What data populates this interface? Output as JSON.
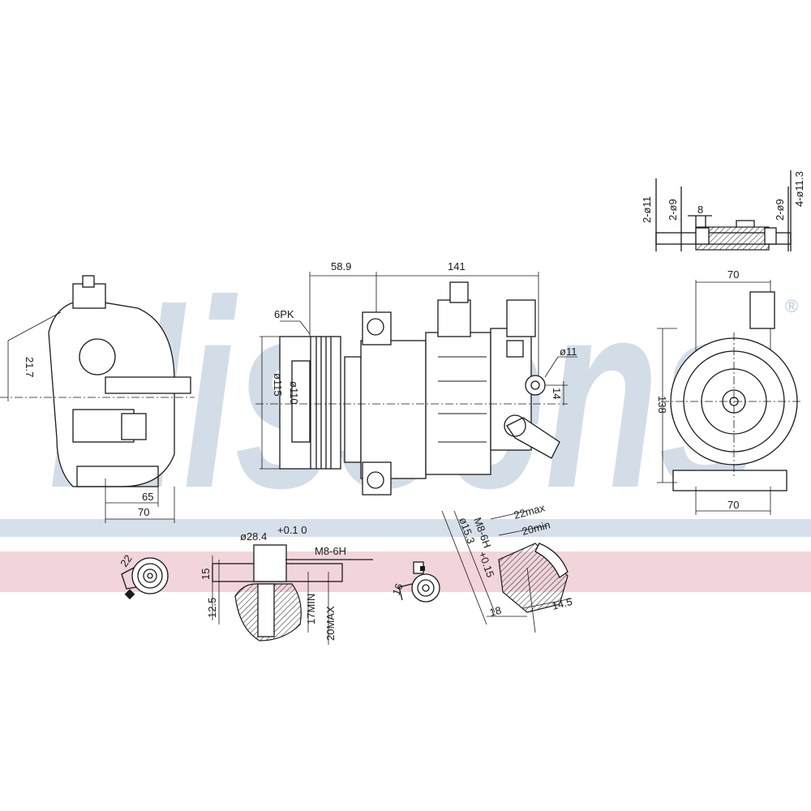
{
  "watermark": {
    "text": "Nissens",
    "registered": "®",
    "color": "#d3dde8"
  },
  "bands": {
    "blue": "#d6e0ea",
    "pink": "#f2d4db"
  },
  "top_right_detail": {
    "labels": [
      "2-ø11",
      "2-ø9",
      "8",
      "2-ø9",
      "4-ø11.3"
    ]
  },
  "left_view": {
    "labels": [
      "21.7",
      "65",
      "70"
    ]
  },
  "main_view": {
    "labels": {
      "offset": "58.9",
      "length": "141",
      "belt": "6PK",
      "d_outer": "ø115",
      "d_pulley": "ø110",
      "hole": "ø11",
      "hole_offset": "14"
    }
  },
  "right_view": {
    "labels": {
      "width_top": "70",
      "height": "138",
      "width_bottom": "70"
    }
  },
  "port_detail_1": {
    "labels": {
      "angle": "22",
      "diameter": "ø28.4",
      "tol": "+0.1\n0",
      "thread": "M8-6H",
      "h1": "15",
      "h2": "12.5",
      "depth_min": "17MIN",
      "depth_max": "20MAX"
    }
  },
  "port_detail_2": {
    "labels": {
      "angle": "16"
    }
  },
  "port_detail_3": {
    "labels": {
      "diameter": "ø15.3",
      "tol": "+0.15",
      "thread": "M8-6H",
      "max": "22max",
      "min": "20min",
      "a": "18",
      "b": "14.5"
    }
  }
}
